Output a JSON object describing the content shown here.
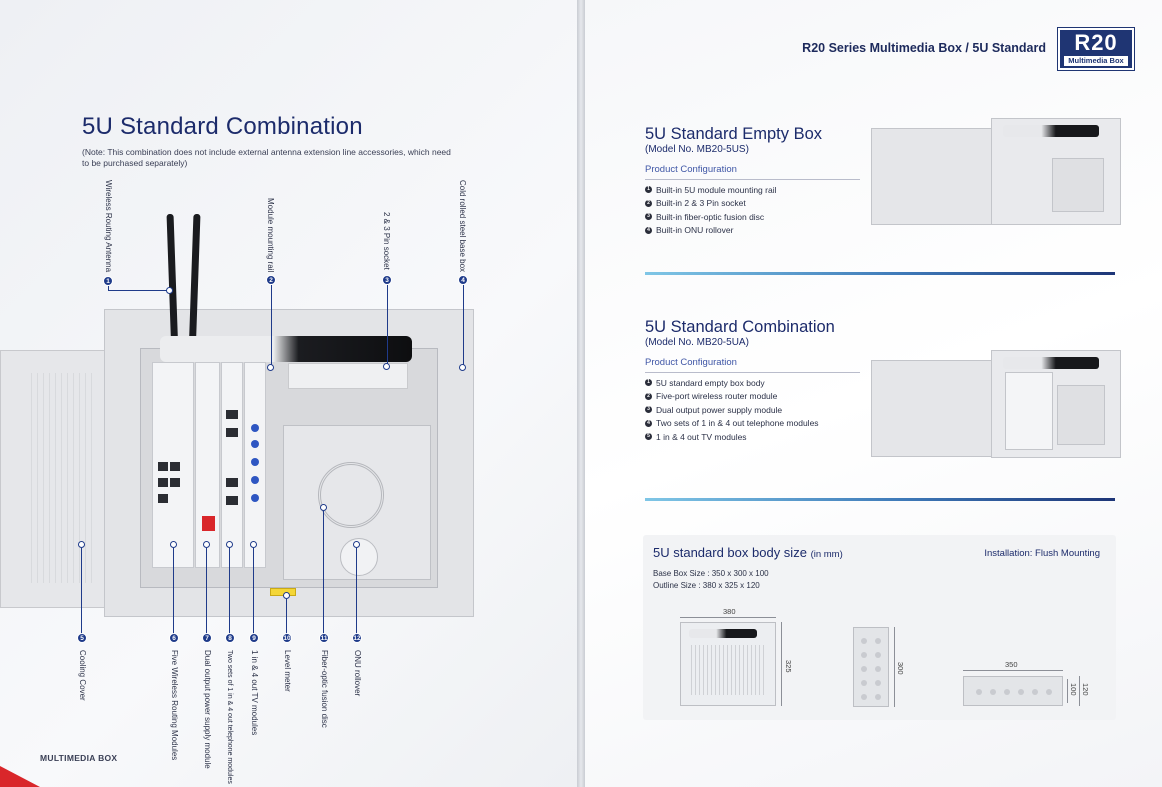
{
  "left_page": {
    "title": "5U Standard Combination",
    "note": "(Note: This combination does not include external antenna extension line accessories, which need to be purchased separately)",
    "callouts_top": [
      {
        "n": "1",
        "label": "Wireless Routing Antenna"
      },
      {
        "n": "2",
        "label": "Module mounting rail"
      },
      {
        "n": "3",
        "label": "2 & 3 Pin socket"
      },
      {
        "n": "4",
        "label": "Cold rolled steel base box"
      }
    ],
    "callouts_bottom": [
      {
        "n": "5",
        "label": "Cooling Cover"
      },
      {
        "n": "6",
        "label": "Five Wireless Routing Modules"
      },
      {
        "n": "7",
        "label": "Dual output power supply module"
      },
      {
        "n": "8",
        "label": "Two sets of 1 in & 4 out telephone modules"
      },
      {
        "n": "9",
        "label": "1 in & 4 out TV modules"
      },
      {
        "n": "10",
        "label": "Level meter"
      },
      {
        "n": "11",
        "label": "Fiber-optic fusion disc"
      },
      {
        "n": "12",
        "label": "ONU rollover"
      }
    ],
    "footer": "MULTIMEDIA BOX",
    "accent_color": "#d9262a",
    "callout_color": "#1f3b8a"
  },
  "right_page": {
    "header": "R20 Series Multimedia Box /  5U Standard",
    "logo": {
      "big": "R20",
      "small": "Multimedia Box"
    },
    "empty_box": {
      "title": "5U Standard Empty Box",
      "model": "(Model No. MB20-5US)",
      "config_title": "Product Configuration",
      "items": [
        {
          "n": "1",
          "text": "Built-in 5U module mounting rail"
        },
        {
          "n": "2",
          "text": "Built-in 2 & 3 Pin socket"
        },
        {
          "n": "3",
          "text": "Built-in fiber-optic fusion disc"
        },
        {
          "n": "4",
          "text": "Built-in ONU rollover"
        }
      ]
    },
    "combination": {
      "title": "5U Standard Combination",
      "model": "(Model No. MB20-5UA)",
      "config_title": "Product Configuration",
      "items": [
        {
          "n": "1",
          "text": "5U standard empty box body"
        },
        {
          "n": "2",
          "text": "Five-port wireless router module"
        },
        {
          "n": "3",
          "text": "Dual output power supply module"
        },
        {
          "n": "4",
          "text": "Two sets of 1 in & 4 out telephone modules"
        },
        {
          "n": "5",
          "text": "1 in & 4 out TV modules"
        }
      ]
    },
    "size": {
      "title": "5U standard box body size",
      "unit": "(in mm)",
      "installation": "Installation: Flush Mounting",
      "base_size": "Base Box Size : 350 x 300 x 100",
      "outline_size": "Outline Size : 380 x 325 x 120",
      "dim_front_w": "380",
      "dim_front_h": "325",
      "dim_side_h": "300",
      "dim_top_w": "350",
      "dim_top_d1": "100",
      "dim_top_d2": "120"
    }
  }
}
